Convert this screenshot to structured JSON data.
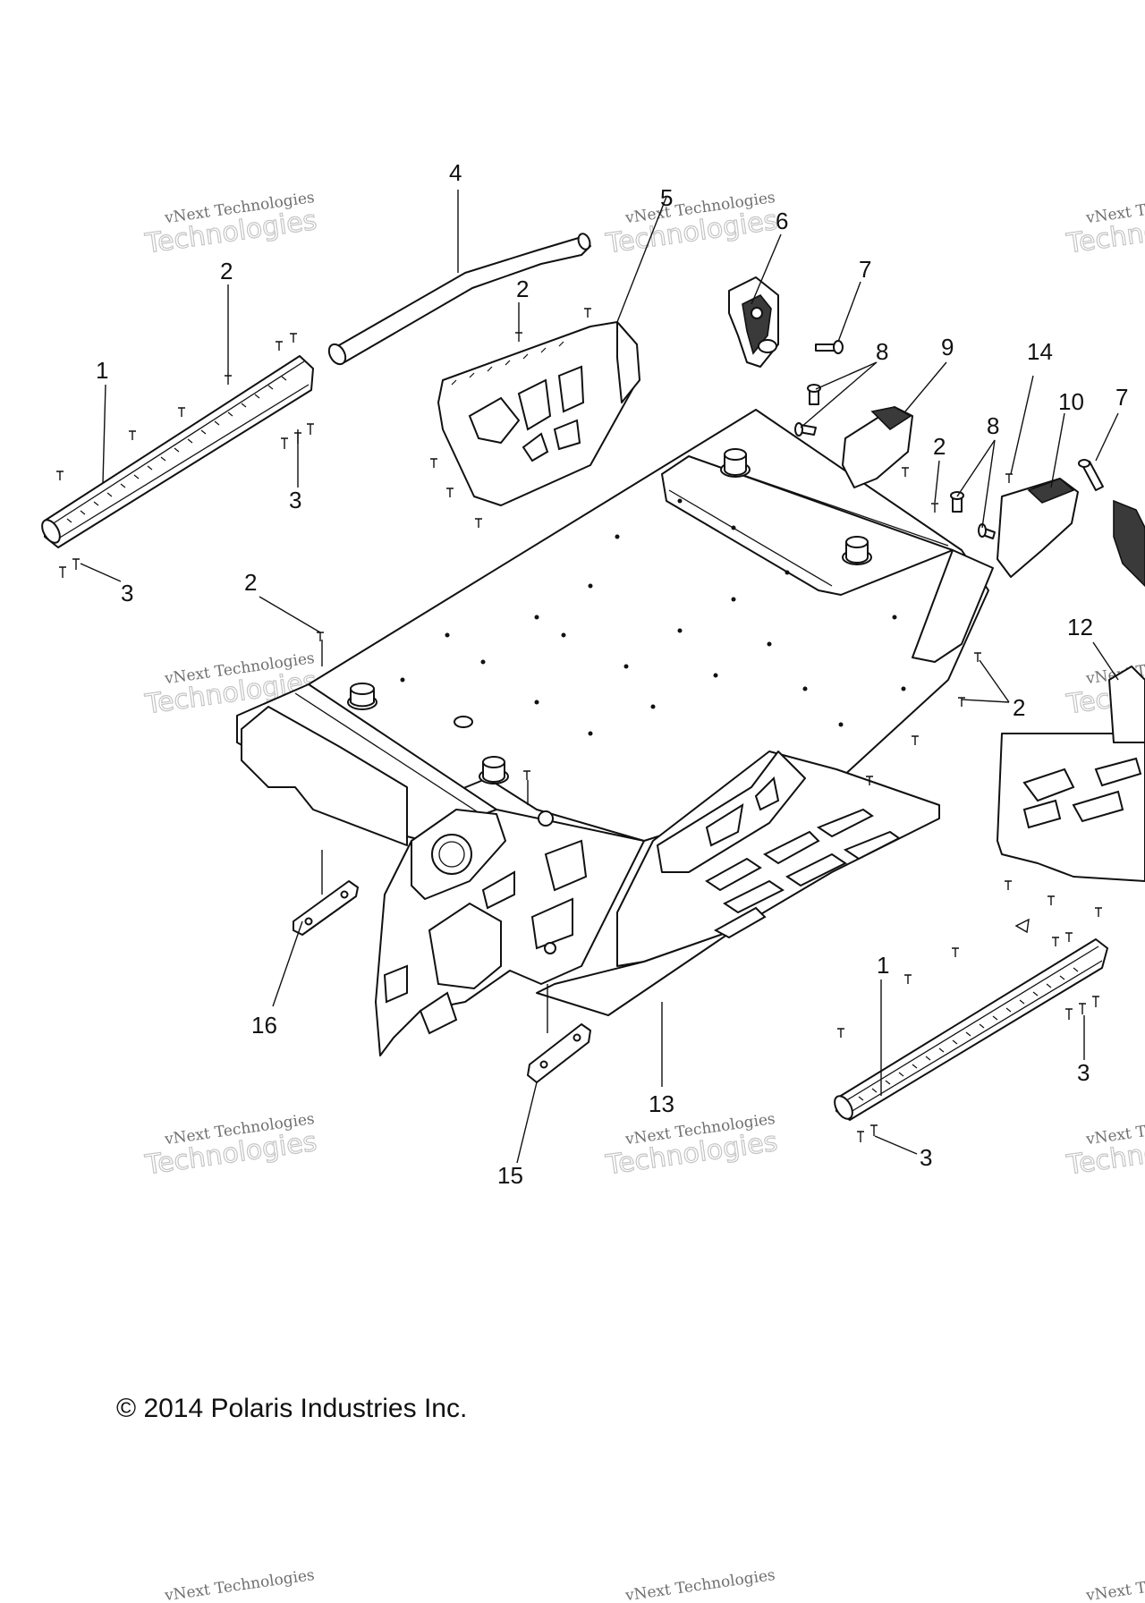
{
  "diagram": {
    "callouts": [
      "1",
      "2",
      "3",
      "4",
      "5",
      "6",
      "7",
      "8",
      "9",
      "14",
      "10",
      "12",
      "13",
      "15",
      "16"
    ],
    "watermark": {
      "line1": "vNext Technologies",
      "line2": "Technologies",
      "arc": "vNext"
    }
  },
  "footer": {
    "copyright": "© 2014 Polaris Industries Inc."
  }
}
